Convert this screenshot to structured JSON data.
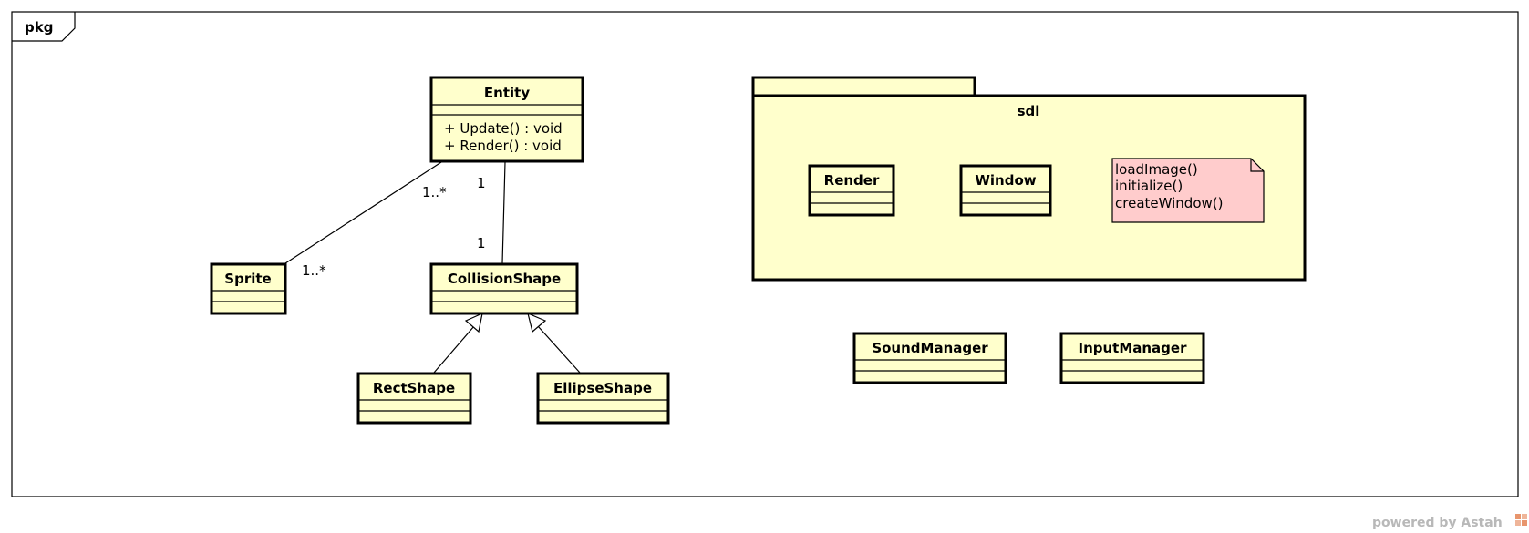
{
  "frame": {
    "label": "pkg"
  },
  "classes": {
    "entity": {
      "name": "Entity",
      "ops": [
        "+ Update() : void",
        "+ Render() : void"
      ]
    },
    "sprite": {
      "name": "Sprite"
    },
    "collision_shape": {
      "name": "CollisionShape"
    },
    "rect_shape": {
      "name": "RectShape"
    },
    "ellipse_shape": {
      "name": "EllipseShape"
    },
    "render": {
      "name": "Render"
    },
    "window": {
      "name": "Window"
    },
    "sound_manager": {
      "name": "SoundManager"
    },
    "input_manager": {
      "name": "InputManager"
    }
  },
  "package": {
    "name": "sdl"
  },
  "note": {
    "lines": [
      "loadImage()",
      "initialize()",
      "createWindow()"
    ]
  },
  "associations": {
    "entity_sprite": {
      "entity_end": "1..*",
      "sprite_end": "1..*"
    },
    "entity_collision": {
      "entity_end": "1",
      "collision_end": "1"
    }
  },
  "footer": {
    "text": "powered by Astah"
  },
  "colors": {
    "class_fill": "#ffffcc",
    "note_fill": "#ffcccc",
    "footer": "#b8b8b8",
    "logo": "#e8956d"
  }
}
